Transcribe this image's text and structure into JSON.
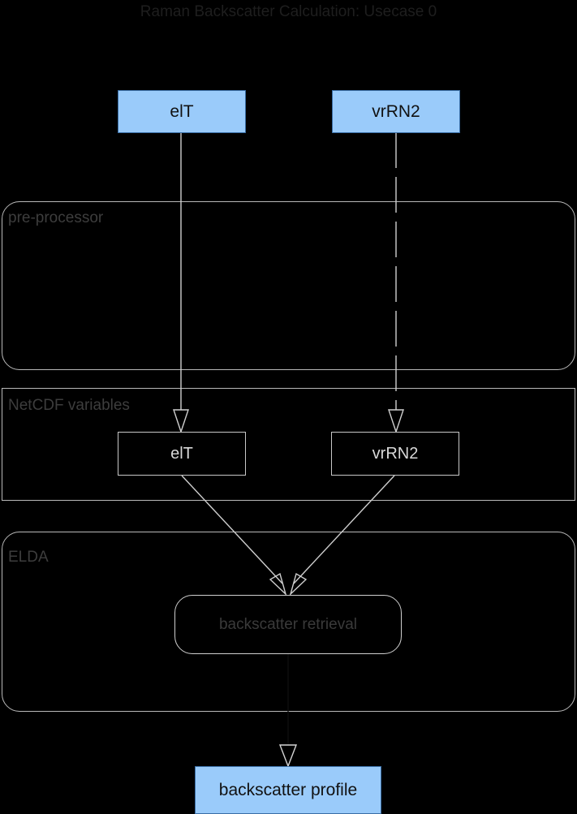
{
  "diagram": {
    "title": "Raman Backscatter Calculation: Usecase 0",
    "colors": {
      "background": "#000000",
      "terminal_fill": "#9acbfa",
      "terminal_text": "#111111",
      "container_border": "#b9b9b9",
      "edge_stroke": "#cfcfcf",
      "label_text": "#3d3d3d"
    },
    "groups": [
      {
        "id": "pre-processor",
        "label": "pre-processor",
        "shape": "rounded-rectangle"
      },
      {
        "id": "netcdf-variables",
        "label": "NetCDF variables",
        "shape": "rectangle"
      },
      {
        "id": "elda",
        "label": "ELDA",
        "shape": "rounded-rectangle"
      }
    ],
    "nodes": [
      {
        "id": "input-elt",
        "label": "elT",
        "style": "terminal"
      },
      {
        "id": "input-vrrn2",
        "label": "vrRN2",
        "style": "terminal"
      },
      {
        "id": "var-elt",
        "label": "elT",
        "style": "variable"
      },
      {
        "id": "var-vrrn2",
        "label": "vrRN2",
        "style": "variable"
      },
      {
        "id": "backscatter-retrieval",
        "label": "backscatter retrieval",
        "style": "process"
      },
      {
        "id": "output-backscatter-profile",
        "label": "backscatter profile",
        "style": "terminal"
      }
    ],
    "edges": [
      {
        "from": "input-elt",
        "to": "var-elt",
        "style": "solid",
        "arrow": "open"
      },
      {
        "from": "input-vrrn2",
        "to": "var-vrrn2",
        "style": "dashed",
        "arrow": "open"
      },
      {
        "from": "var-elt",
        "to": "backscatter-retrieval",
        "style": "solid",
        "arrow": "open"
      },
      {
        "from": "var-vrrn2",
        "to": "backscatter-retrieval",
        "style": "solid",
        "arrow": "open"
      },
      {
        "from": "backscatter-retrieval",
        "to": "output-backscatter-profile",
        "style": "solid",
        "arrow": "open"
      }
    ]
  }
}
